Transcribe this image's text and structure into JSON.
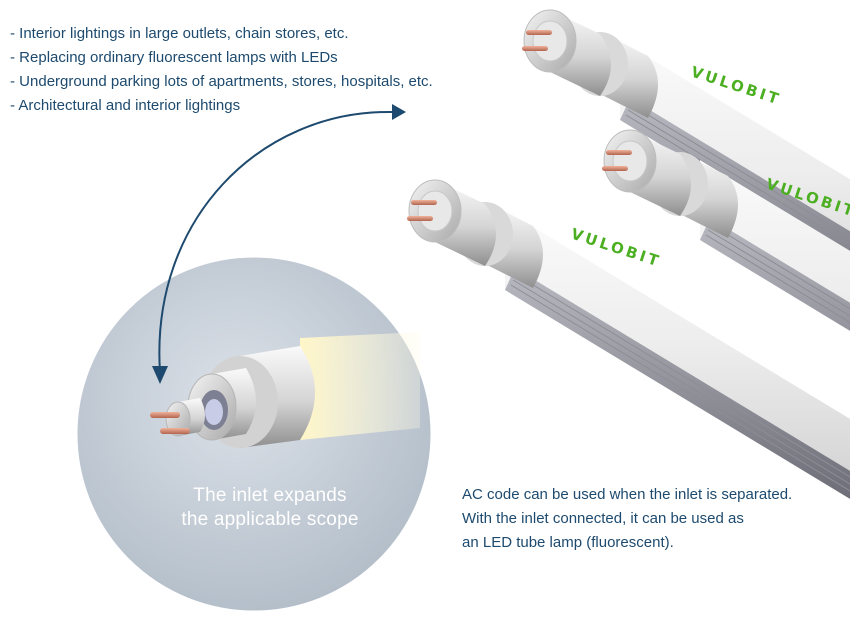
{
  "uses": [
    "Interior lightings in large outlets, chain stores, etc.",
    "Replacing ordinary fluorescent lamps with LEDs",
    "Underground parking lots of apartments, stores, hospitals, etc.",
    "Architectural and interior lightings"
  ],
  "brand": {
    "logo_text": "VULOBIT"
  },
  "circle_caption": [
    "The inlet expands",
    "the applicable scope"
  ],
  "description": [
    "AC code can be used when the inlet is separated.",
    "With the inlet connected, it can be used as",
    "an LED tube lamp (fluorescent)."
  ],
  "colors": {
    "text": "#1d4a6e",
    "circle": "#c3ccd6",
    "logo": "#4caf22",
    "arrow": "#1d4a6e"
  }
}
